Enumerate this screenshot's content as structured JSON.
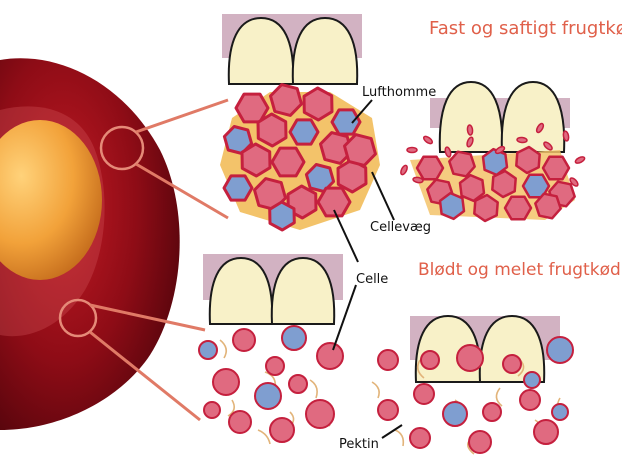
{
  "figure": {
    "titles": {
      "firm": "Fast og saftigt frugtkød",
      "soft": "Blødt og melet frugtkød"
    },
    "labels": {
      "air_pocket": "Lufthomme",
      "cell_wall": "Cellevæg",
      "cell": "Celle",
      "pectin": "Pektin"
    },
    "colors": {
      "title_text": "#e0604a",
      "cherry_dark": "#6b0710",
      "cherry_mid": "#a8141e",
      "stone": "#f0a43a",
      "pointer_line": "#e07a66",
      "cell_fill": "#e06a80",
      "cell_wall": "#c5203e",
      "air_fill": "#7f9ed0",
      "interstitial": "#f3c36a",
      "tooth_fill": "#f8f1c8",
      "gum_block": "#d2b2c2",
      "pectin_strand": "#e2b47a"
    },
    "icons": [
      "cherry-photo",
      "teeth-icon",
      "cell-cluster-diagram",
      "loose-cells-diagram"
    ]
  }
}
